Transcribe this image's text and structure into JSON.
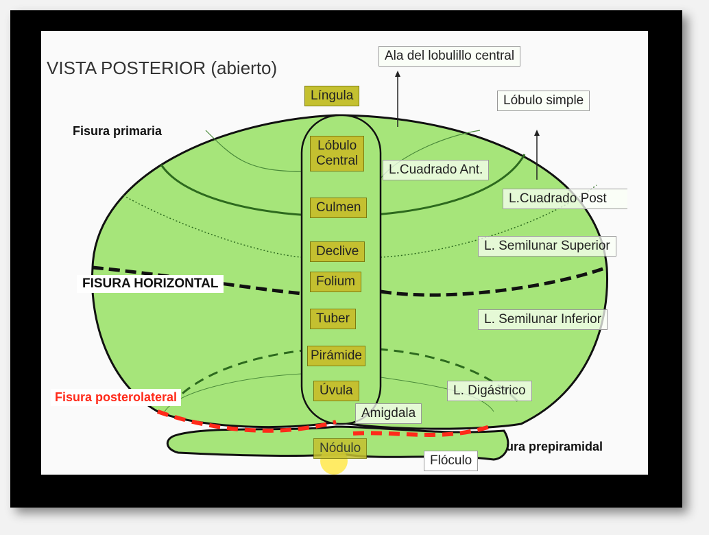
{
  "title": "VISTA POSTERIOR (abierto)",
  "fissures": {
    "primaria": "Fisura primaria",
    "horizontal": "FISURA HORIZONTAL",
    "posterolateral": "Fisura posterolateral",
    "prepiramidal": "ura prepiramidal"
  },
  "vermis": [
    "Língula",
    "Lóbulo\nCentral",
    "Culmen",
    "Declive",
    "Folium",
    "Tuber",
    "Pirámide",
    "Úvula",
    "Nódulo"
  ],
  "hemisphere": {
    "ala": "Ala del lobulillo central",
    "simple": "Lóbulo simple",
    "cuadrado_ant": "L.Cuadrado Ant.",
    "cuadrado_post": "L.Cuadrado Post",
    "semilunar_sup": "L. Semilunar Superior",
    "semilunar_inf": "L. Semilunar Inferior",
    "digastrico": "L. Digástrico",
    "amigdala": "Amigdala",
    "floculo": "Flóculo"
  },
  "colors": {
    "lobe": "#a6e57a",
    "vermis_label": "#c4c030",
    "posterolateral": "#ff2a1a",
    "prepyramidal": "#2d6a1e"
  }
}
